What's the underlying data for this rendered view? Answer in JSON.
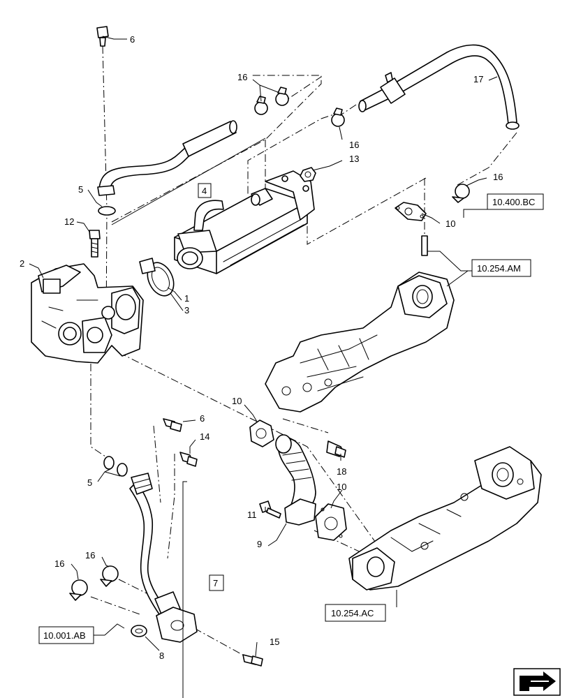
{
  "callouts": {
    "c1": "1",
    "c2": "2",
    "c3": "3",
    "c4": "4",
    "c5a": "5",
    "c5b": "5",
    "c6a": "6",
    "c6b": "6",
    "c7": "7",
    "c8": "8",
    "c9": "9",
    "c10a": "10",
    "c10b": "10",
    "c10c": "10",
    "c11": "11",
    "c12": "12",
    "c13": "13",
    "c14": "14",
    "c15": "15",
    "c16a": "16",
    "c16b": "16",
    "c16c": "16",
    "c16d": "16",
    "c16e": "16",
    "c17": "17",
    "c18": "18"
  },
  "references": {
    "r_400bc": "10.400.BC",
    "r_254am": "10.254.AM",
    "r_254ac": "10.254.AC",
    "r_001ab": "10.001.AB"
  },
  "icons": {
    "nav": "arrow-nav-icon"
  }
}
